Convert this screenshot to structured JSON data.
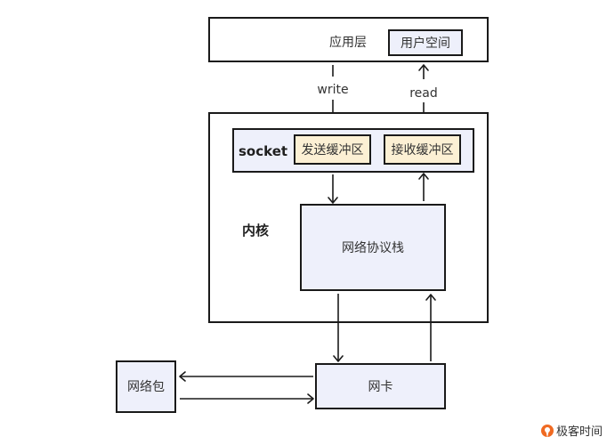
{
  "diagram": {
    "app_layer": {
      "label": "应用层",
      "user_space_label": "用户空间"
    },
    "arrows": {
      "write_label": "write",
      "read_label": "read"
    },
    "kernel": {
      "label": "内核",
      "socket": {
        "label": "socket",
        "send_buffer": "发送缓冲区",
        "recv_buffer": "接收缓冲区"
      },
      "network_stack": "网络协议栈"
    },
    "nic": "网卡",
    "packet": "网络包"
  },
  "watermark": {
    "text": "极客时间"
  },
  "colors": {
    "box_fill_blue": "#eef0fb",
    "buffer_fill": "#fcf0d4",
    "stroke": "#1a1a1a",
    "logo_orange": "#f06a22"
  }
}
